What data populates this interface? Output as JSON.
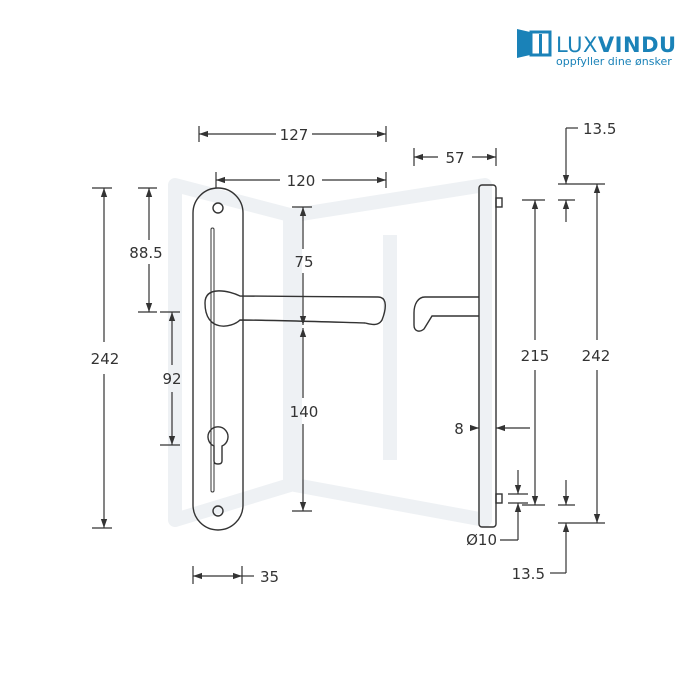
{
  "logo": {
    "brand_light": "LUX",
    "brand_bold": "VINDU",
    "tagline": "oppfyller dine ønsker",
    "icon": "window-logo-icon",
    "color": "#1a82b8"
  },
  "watermark": {
    "icon": "window-watermark-icon",
    "color": "#eef1f4"
  },
  "colors": {
    "line": "#333333",
    "text": "#333333"
  },
  "front_view": {
    "dimensions": {
      "overall_width": "127",
      "lever_length": "120",
      "plate_height": "242",
      "top_hole_to_lever": "88.5",
      "lever_to_cylinder": "92",
      "hole_to_lever": "75",
      "lever_to_bottom_hole": "140",
      "plate_width": "35"
    }
  },
  "side_view": {
    "dimensions": {
      "projection": "57",
      "top_offset": "13.5",
      "hole_spacing": "215",
      "plate_height": "242",
      "plate_thickness": "8",
      "pin_diameter": "Ø10",
      "bottom_offset": "13.5"
    }
  }
}
